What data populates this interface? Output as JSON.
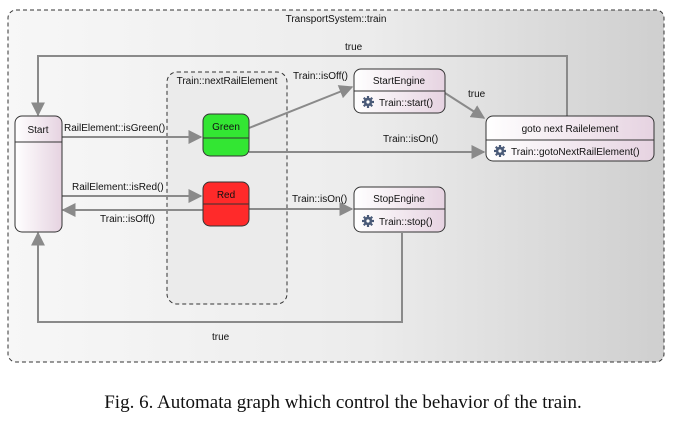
{
  "diagram": {
    "system_title": "TransportSystem::train",
    "sub_title": "Train::nextRailElement",
    "states": {
      "start": "Start",
      "green": "Green",
      "red": "Red",
      "start_engine": "StartEngine",
      "start_engine_action": "Train::start()",
      "stop_engine": "StopEngine",
      "stop_engine_action": "Train::stop()",
      "goto_next": "goto next Railelement",
      "goto_next_action": "Train::gotoNextRailElement()"
    },
    "transitions": {
      "is_green": "RailElement::isGreen()",
      "is_red": "RailElement::isRed()",
      "is_off_back": "Train::isOff()",
      "is_off_start": "Train::isOff()",
      "is_on_goto": "Train::isOn()",
      "is_on_stop": "Train::isOn()",
      "true_top": "true",
      "true_engine": "true",
      "true_bottom": "true"
    },
    "colors": {
      "green_state": "#33e633",
      "red_state": "#ff2a2a",
      "state_fill": "#f3e6ef",
      "arrow": "#8a8a8a"
    },
    "action_icon": "gear-icon"
  },
  "caption": "Fig. 6.   Automata graph which control the behavior of the train."
}
